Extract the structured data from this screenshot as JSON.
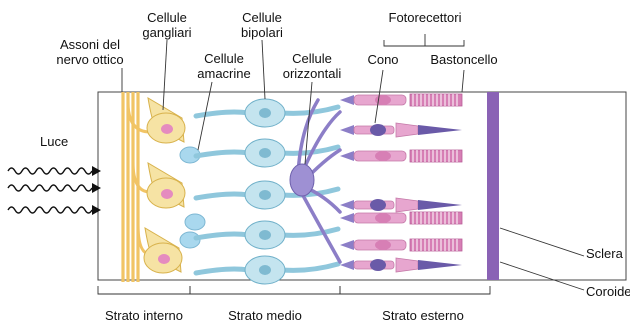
{
  "labels": {
    "assoni": [
      "Assoni del",
      "nervo ottico"
    ],
    "gangliari": [
      "Cellule",
      "gangliari"
    ],
    "amacrine": [
      "Cellule",
      "amacrine"
    ],
    "bipolari": [
      "Cellule",
      "bipolari"
    ],
    "orizzontali": [
      "Cellule",
      "orizzontali"
    ],
    "fotorecettori": "Fotorecettori",
    "cono": "Cono",
    "bastoncello": "Bastoncello",
    "luce": "Luce",
    "sclera": "Sclera",
    "coroide": "Coroide",
    "strato_interno": "Strato interno",
    "strato_medio": "Strato medio",
    "strato_esterno": "Strato esterno"
  },
  "colors": {
    "axon": "#f1c465",
    "ganglion": "#f6e3a4",
    "ganglion_nucleus": "#e58bbf",
    "amacrine": "#a9d8ee",
    "bipolar": "#8fc7dc",
    "bipolar_body": "#c4e4ef",
    "horizontal": "#8c7ec7",
    "horizontal_body": "#9e90d3",
    "cone": "#e7a6cf",
    "cone_outer": "#6a5aa8",
    "rod": "#e7a6cf",
    "rod_outer": "#d77fb5",
    "choroid": "#8a62b5",
    "frame": "#444444"
  }
}
